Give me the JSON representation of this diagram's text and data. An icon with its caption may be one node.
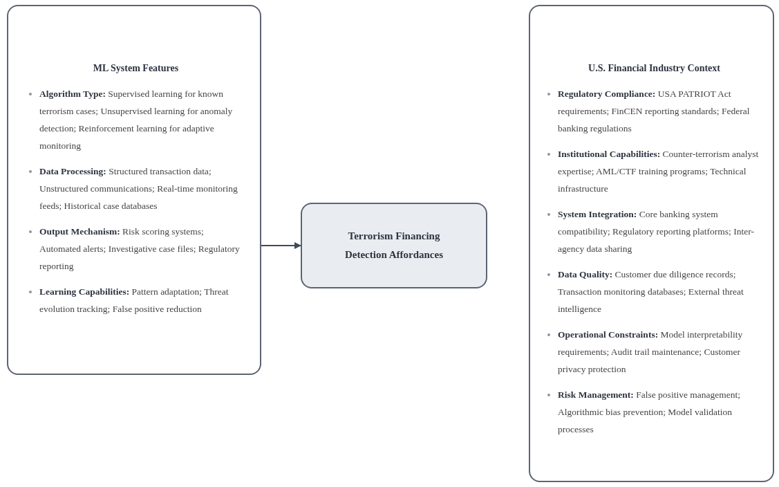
{
  "diagram": {
    "nodes": [
      {
        "text": [
          "ML System Features",
          "**Algorithm Type:** Supervised learning for known terrorism cases; Unsupervised learning for anomaly detection; Reinforcement learning for adaptive monitoring",
          "**Data Processing:** Structured transaction data; Unstructured communications; Real-time monitoring feeds; Historical case databases",
          "**Output Mechanism:** Risk scoring systems; Automated alerts; Investigative case files; Regulatory reporting",
          "**Learning Capabilities:** Pattern adaptation; Threat evolution tracking; False positive reduction"
        ]
      },
      {
        "text": [
          "Terrorism Financing Detection Affordances"
        ]
      },
      {
        "text": [
          "U.S. Financial Industry Context",
          "**Regulatory Compliance:** USA PATRIOT Act requirements; FinCEN reporting standards; Federal banking regulations",
          "**Institutional Capabilities:** Counter-terrorism analyst expertise; AML/CTF training programs; Technical infrastructure",
          "**System Integration:** Core banking system compatibility; Regulatory reporting platforms; Inter-agency data sharing",
          "**Data Quality:** Customer due diligence records; Transaction monitoring databases; External threat intelligence",
          "**Operational Constraints:** Model interpretability requirements; Audit trail maintenance; Customer privacy protection",
          "**Risk Management:** False positive management; Algorithmic bias prevention; Model validation processes"
        ]
      }
    ],
    "edges": [
      {
        "from": 0,
        "to": 1,
        "arrow": "to"
      }
    ]
  }
}
